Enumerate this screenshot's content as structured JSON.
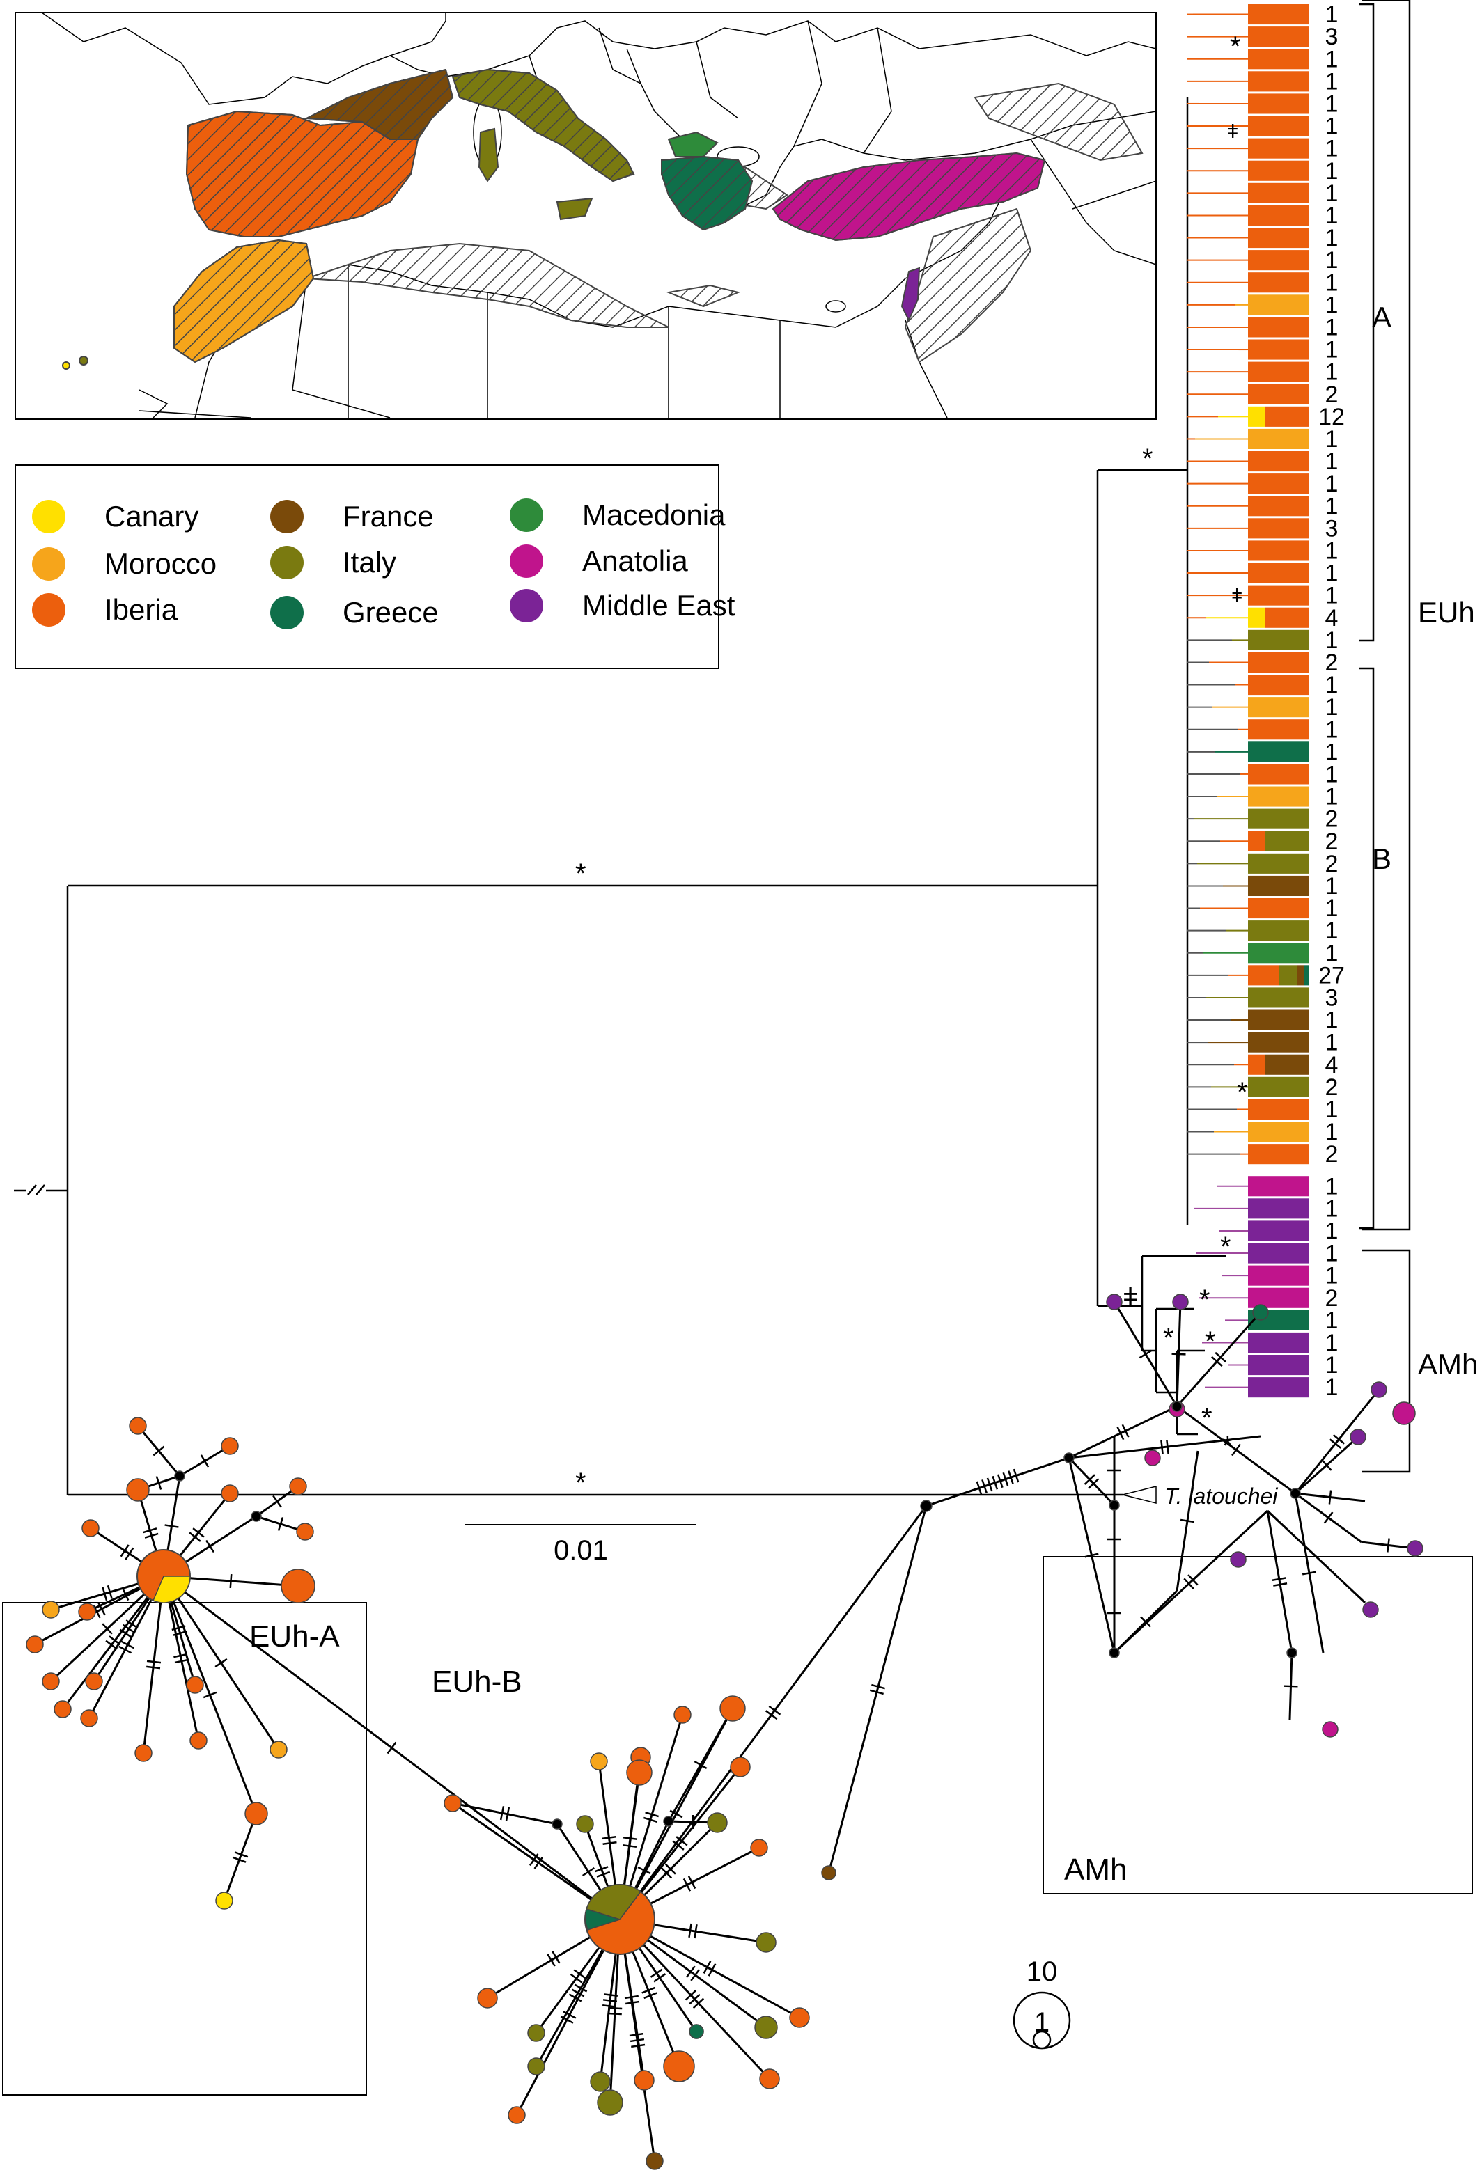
{
  "legend": [
    {
      "label": "Canary",
      "color": "#FFE000"
    },
    {
      "label": "Morocco",
      "color": "#F6A51B"
    },
    {
      "label": "Iberia",
      "color": "#EC5F0D"
    },
    {
      "label": "France",
      "color": "#7A4A0A"
    },
    {
      "label": "Italy",
      "color": "#7A7A10"
    },
    {
      "label": "Greece",
      "color": "#0F6F4A"
    },
    {
      "label": "Macedonia",
      "color": "#2E8B3A"
    },
    {
      "label": "Anatolia",
      "color": "#C0148C"
    },
    {
      "label": "Middle East",
      "color": "#7B2396"
    }
  ],
  "tree": {
    "support_symbol": "*",
    "clades": {
      "a": "A",
      "b": "B",
      "euh": "EUh",
      "amh": "AMh"
    },
    "outgroup": "T. latouchei",
    "scale_label": "0.01",
    "tips": [
      {
        "count": "1",
        "colors": [
          "Iberia"
        ]
      },
      {
        "count": "3",
        "colors": [
          "Iberia"
        ]
      },
      {
        "count": "1",
        "colors": [
          "Iberia"
        ]
      },
      {
        "count": "1",
        "colors": [
          "Iberia"
        ]
      },
      {
        "count": "1",
        "colors": [
          "Iberia"
        ]
      },
      {
        "count": "1",
        "colors": [
          "Iberia"
        ]
      },
      {
        "count": "1",
        "colors": [
          "Iberia"
        ]
      },
      {
        "count": "1",
        "colors": [
          "Iberia"
        ]
      },
      {
        "count": "1",
        "colors": [
          "Iberia"
        ]
      },
      {
        "count": "1",
        "colors": [
          "Iberia"
        ]
      },
      {
        "count": "1",
        "colors": [
          "Iberia"
        ]
      },
      {
        "count": "1",
        "colors": [
          "Iberia"
        ]
      },
      {
        "count": "1",
        "colors": [
          "Iberia"
        ]
      },
      {
        "count": "1",
        "colors": [
          "Morocco"
        ]
      },
      {
        "count": "1",
        "colors": [
          "Iberia"
        ]
      },
      {
        "count": "1",
        "colors": [
          "Iberia"
        ]
      },
      {
        "count": "1",
        "colors": [
          "Iberia"
        ]
      },
      {
        "count": "2",
        "colors": [
          "Iberia"
        ]
      },
      {
        "count": "12",
        "colors": [
          "Canary",
          "Iberia"
        ]
      },
      {
        "count": "1",
        "colors": [
          "Morocco"
        ]
      },
      {
        "count": "1",
        "colors": [
          "Iberia"
        ]
      },
      {
        "count": "1",
        "colors": [
          "Iberia"
        ]
      },
      {
        "count": "1",
        "colors": [
          "Iberia"
        ]
      },
      {
        "count": "3",
        "colors": [
          "Iberia"
        ]
      },
      {
        "count": "1",
        "colors": [
          "Iberia"
        ]
      },
      {
        "count": "1",
        "colors": [
          "Iberia"
        ]
      },
      {
        "count": "1",
        "colors": [
          "Iberia"
        ]
      },
      {
        "count": "4",
        "colors": [
          "Canary",
          "Iberia"
        ]
      },
      {
        "count": "1",
        "colors": [
          "Italy"
        ]
      },
      {
        "count": "2",
        "colors": [
          "Iberia"
        ]
      },
      {
        "count": "1",
        "colors": [
          "Iberia"
        ]
      },
      {
        "count": "1",
        "colors": [
          "Morocco"
        ]
      },
      {
        "count": "1",
        "colors": [
          "Iberia"
        ]
      },
      {
        "count": "1",
        "colors": [
          "Greece"
        ]
      },
      {
        "count": "1",
        "colors": [
          "Iberia"
        ]
      },
      {
        "count": "1",
        "colors": [
          "Morocco"
        ]
      },
      {
        "count": "2",
        "colors": [
          "Italy"
        ]
      },
      {
        "count": "2",
        "colors": [
          "Iberia",
          "Italy"
        ]
      },
      {
        "count": "2",
        "colors": [
          "Italy"
        ]
      },
      {
        "count": "1",
        "colors": [
          "France"
        ]
      },
      {
        "count": "1",
        "colors": [
          "Iberia"
        ]
      },
      {
        "count": "1",
        "colors": [
          "Italy"
        ]
      },
      {
        "count": "1",
        "colors": [
          "Macedonia"
        ]
      },
      {
        "count": "27",
        "colors": [
          "Iberia",
          "Italy",
          "France",
          "Greece"
        ]
      },
      {
        "count": "3",
        "colors": [
          "Italy"
        ]
      },
      {
        "count": "1",
        "colors": [
          "France"
        ]
      },
      {
        "count": "1",
        "colors": [
          "France"
        ]
      },
      {
        "count": "4",
        "colors": [
          "Iberia",
          "France"
        ]
      },
      {
        "count": "2",
        "colors": [
          "Italy"
        ]
      },
      {
        "count": "1",
        "colors": [
          "Iberia"
        ]
      },
      {
        "count": "1",
        "colors": [
          "Morocco"
        ]
      },
      {
        "count": "2",
        "colors": [
          "Iberia"
        ]
      },
      {
        "count": "1",
        "colors": [
          "Anatolia"
        ]
      },
      {
        "count": "1",
        "colors": [
          "Middle East"
        ]
      },
      {
        "count": "1",
        "colors": [
          "Middle East"
        ]
      },
      {
        "count": "1",
        "colors": [
          "Middle East"
        ]
      },
      {
        "count": "1",
        "colors": [
          "Anatolia"
        ]
      },
      {
        "count": "2",
        "colors": [
          "Anatolia"
        ]
      },
      {
        "count": "1",
        "colors": [
          "Greece"
        ]
      },
      {
        "count": "1",
        "colors": [
          "Middle East"
        ]
      },
      {
        "count": "1",
        "colors": [
          "Middle East"
        ]
      },
      {
        "count": "1",
        "colors": [
          "Middle East"
        ]
      }
    ]
  },
  "networks": {
    "euh_a_label": "EUh-A",
    "euh_b_label": "EUh-B",
    "amh_label": "AMh",
    "size_legend_large": "10",
    "size_legend_small": "1"
  }
}
